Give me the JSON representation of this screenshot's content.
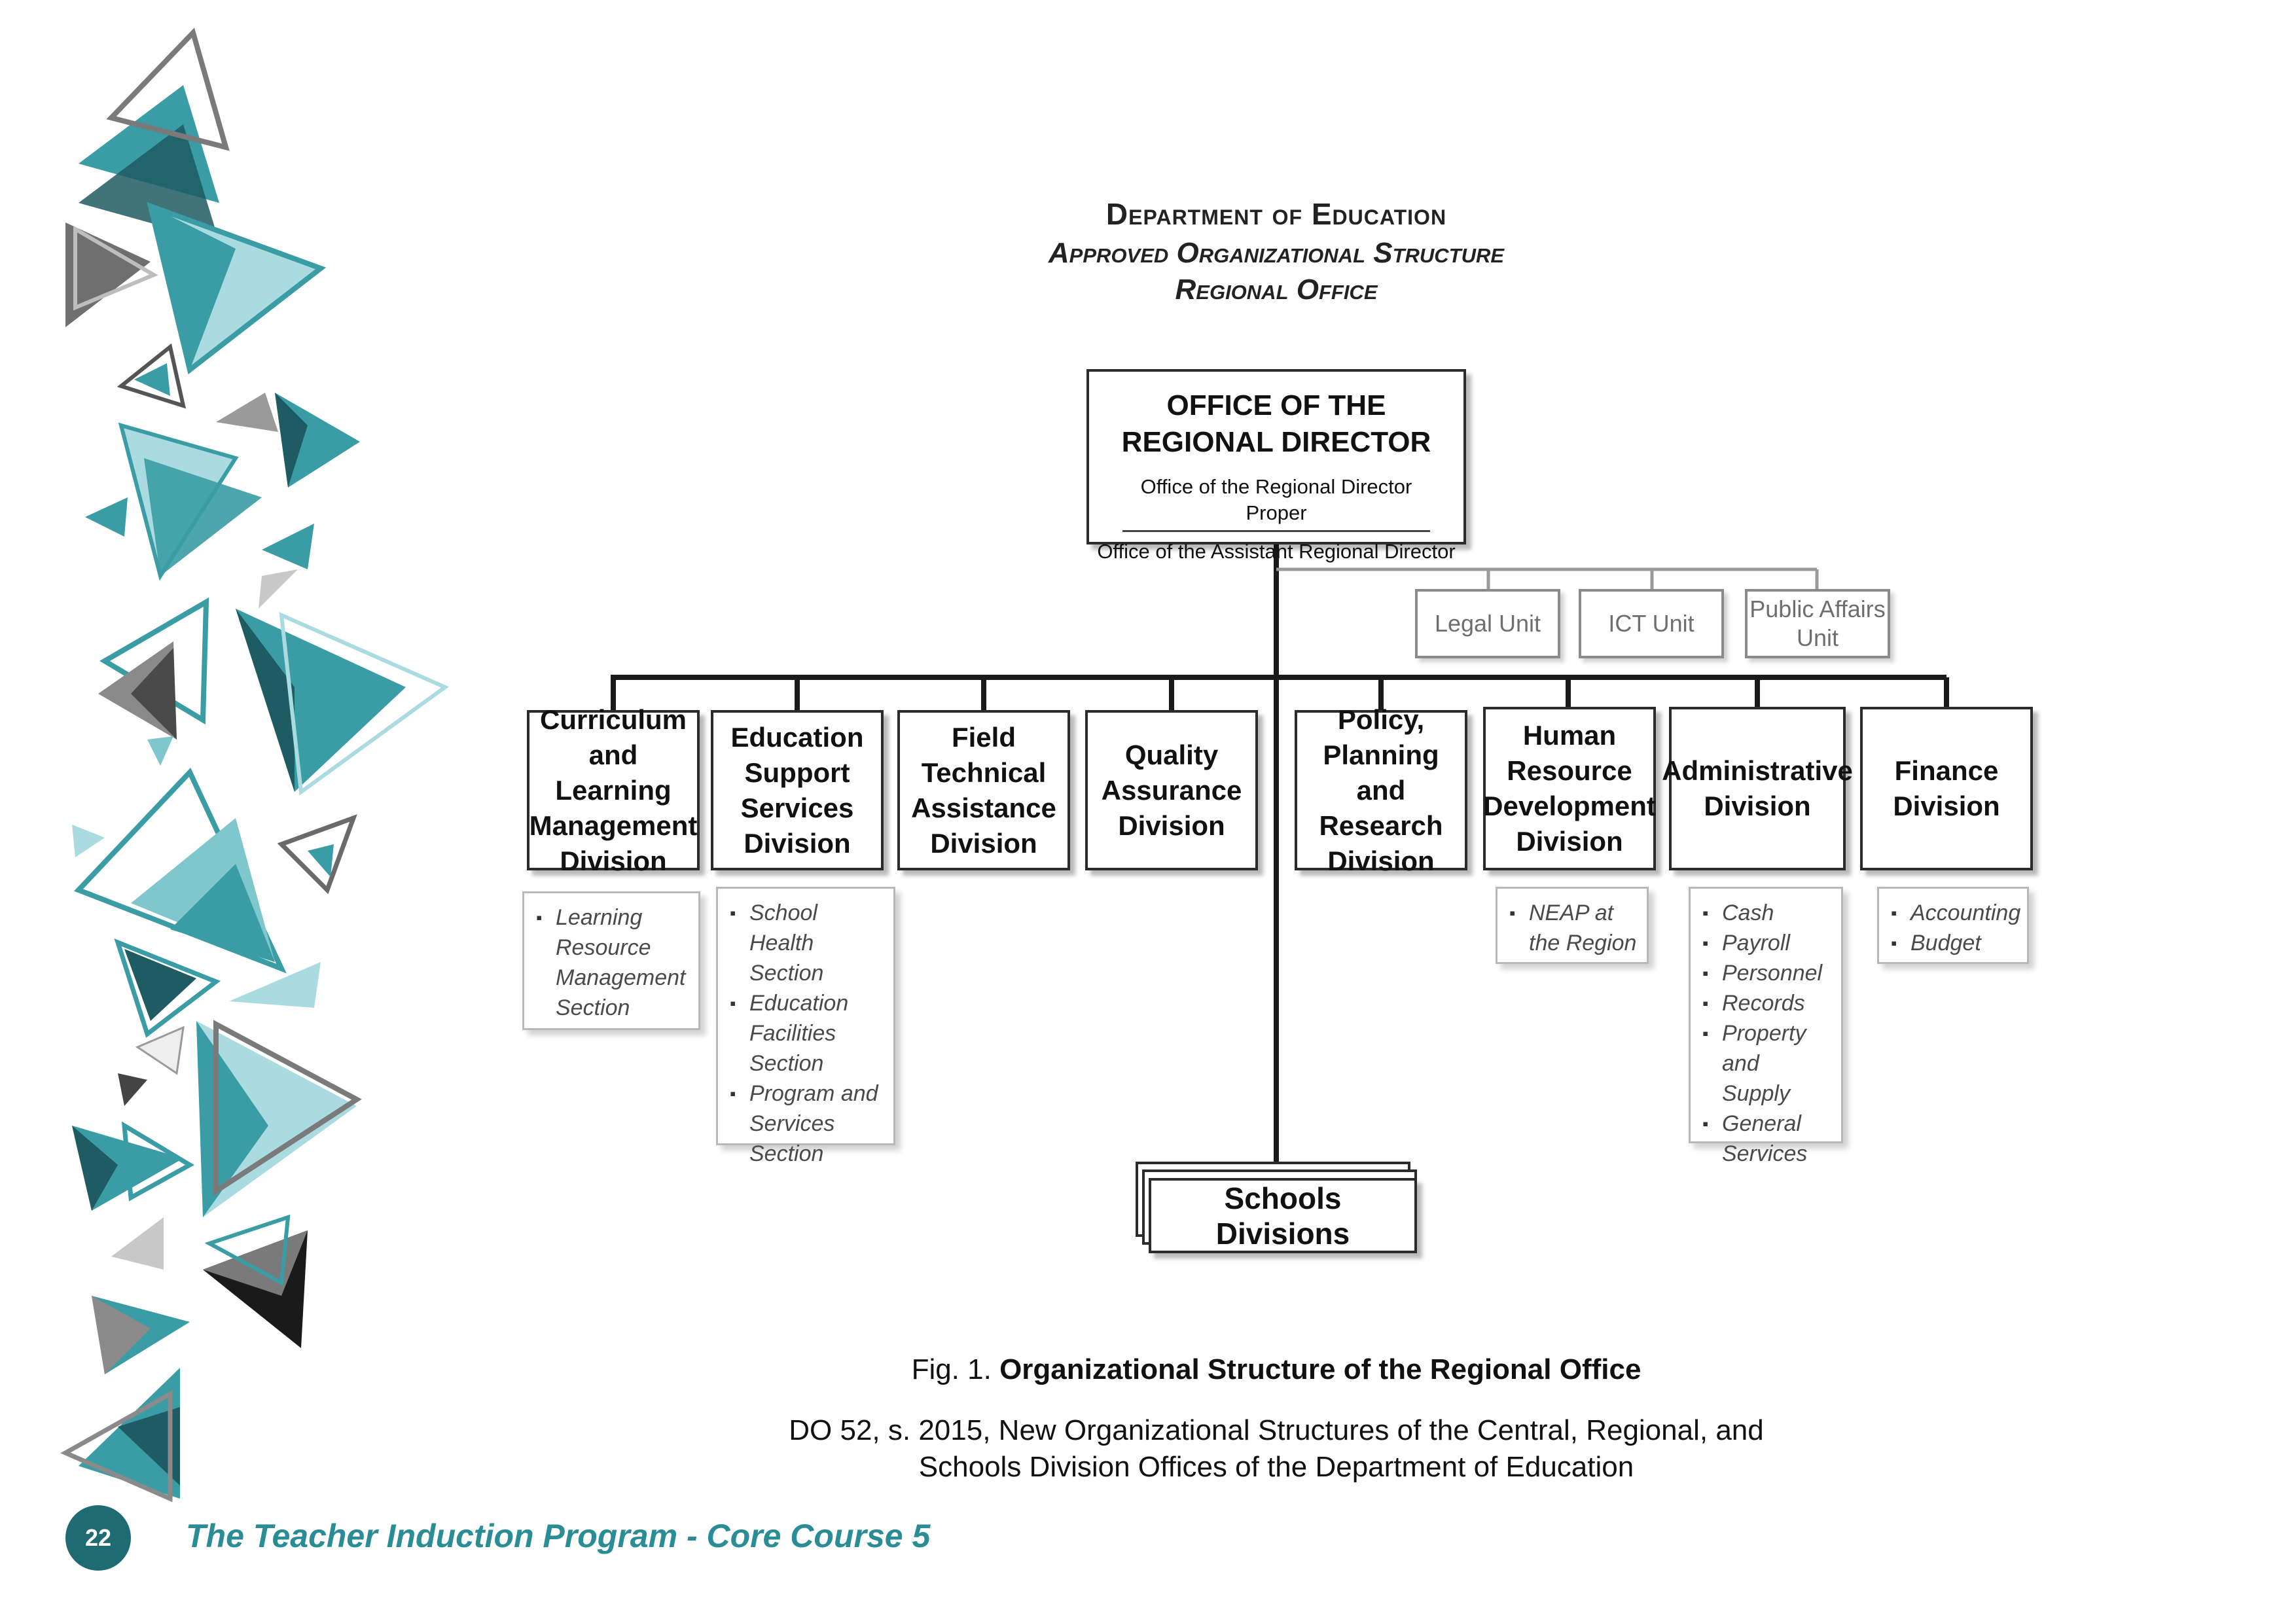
{
  "header": {
    "line1": "Department of Education",
    "line2": "Approved Organizational Structure",
    "line3": "Regional Office"
  },
  "director": {
    "title": "OFFICE OF THE REGIONAL DIRECTOR",
    "proper": "Office of the Regional Director Proper",
    "assistant": "Office of the Assistant Regional Director"
  },
  "units": {
    "legal": "Legal Unit",
    "ict": "ICT  Unit",
    "public_affairs": "Public Affairs Unit"
  },
  "divisions": {
    "clmd": "Curriculum and Learning Management Division",
    "esd": "Education Support Services Division",
    "ftad": "Field Technical Assistance Division",
    "qad": "Quality Assurance Division",
    "pprd": "Policy, Planning and Research Division",
    "hrdd": "Human Resource Development Division",
    "admin": "Administrative Division",
    "finance": "Finance Division"
  },
  "sections": {
    "clmd": [
      "Learning Resource Management Section"
    ],
    "esd": [
      "School Health Section",
      "Education Facilities Section",
      "Program and Services Section"
    ],
    "hrdd": [
      "NEAP at the Region"
    ],
    "admin": [
      "Cash",
      "Payroll",
      "Personnel",
      "Records",
      "Property and Supply",
      "General Services"
    ],
    "finance": [
      "Accounting",
      "Budget"
    ]
  },
  "schools_divisions": "Schools Divisions",
  "caption": {
    "prefix": "Fig. 1.",
    "title": "Organizational Structure of the Regional Office",
    "source": "DO 52, s. 2015, New Organizational Structures of the Central, Regional, and Schools Division Offices of the Department of Education"
  },
  "footer": {
    "page_number": "22",
    "title": "The Teacher Induction Program - Core Course 5"
  },
  "colors": {
    "teal_dark": "#1e5b63",
    "teal": "#3a9ca4",
    "teal_light": "#a9dbe0",
    "gray": "#8a8a8a",
    "black": "#1a1a1a",
    "footer_text": "#2a8d96"
  }
}
